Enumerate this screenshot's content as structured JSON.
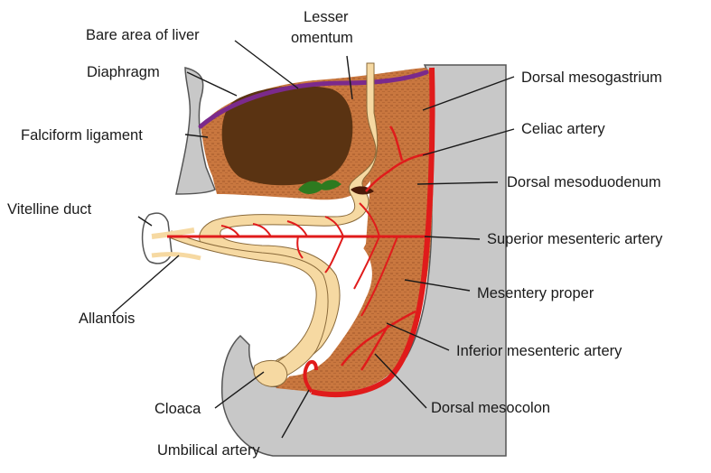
{
  "labels": {
    "lesser_omentum_1": "Lesser",
    "lesser_omentum_2": "omentum",
    "bare_area_of_liver": "Bare area of liver",
    "diaphragm": "Diaphragm",
    "falciform_ligament": "Falciform ligament",
    "vitelline_duct": "Vitelline duct",
    "allantois": "Allantois",
    "cloaca": "Cloaca",
    "umbilical_artery": "Umbilical artery",
    "dorsal_mesogastrium": "Dorsal mesogastrium",
    "celiac_artery": "Celiac artery",
    "dorsal_mesoduodenum": "Dorsal mesoduodenum",
    "superior_mesenteric_artery": "Superior mesenteric artery",
    "mesentery_proper": "Mesentery proper",
    "inferior_mesenteric_artery": "Inferior mesenteric artery",
    "dorsal_mesocolon": "Dorsal mesocolon"
  },
  "colors": {
    "body_wall": "#c8c8c8",
    "mesentery": "#c9773f",
    "liver": "#5a3312",
    "gut_tube": "#f6d9a2",
    "artery": "#e01b1b",
    "diaphragm": "#7b2a8c",
    "gallbladder": "#2d7a1f",
    "outline": "#555555"
  }
}
